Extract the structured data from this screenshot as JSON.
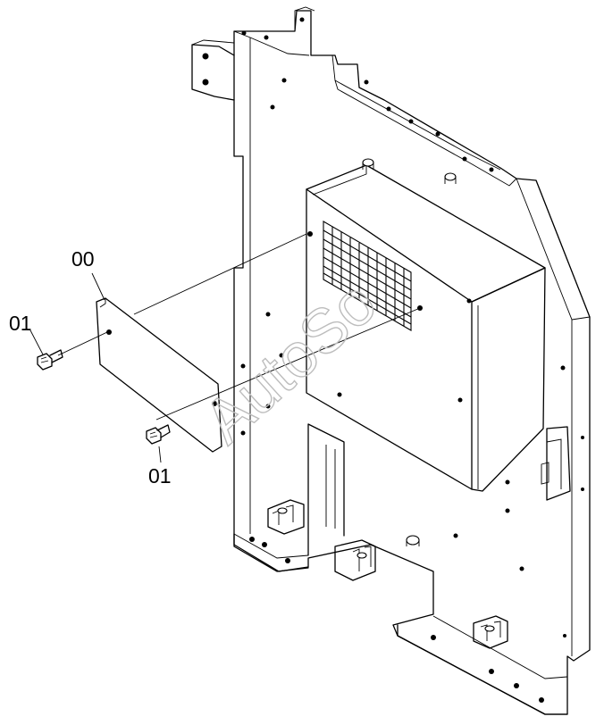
{
  "callouts": {
    "cover": "00",
    "bolt_left": "01",
    "bolt_bottom": "01"
  },
  "watermark": "AutoSo",
  "colors": {
    "line": "#000000",
    "background": "#ffffff",
    "watermark": "#bdbdbd"
  }
}
